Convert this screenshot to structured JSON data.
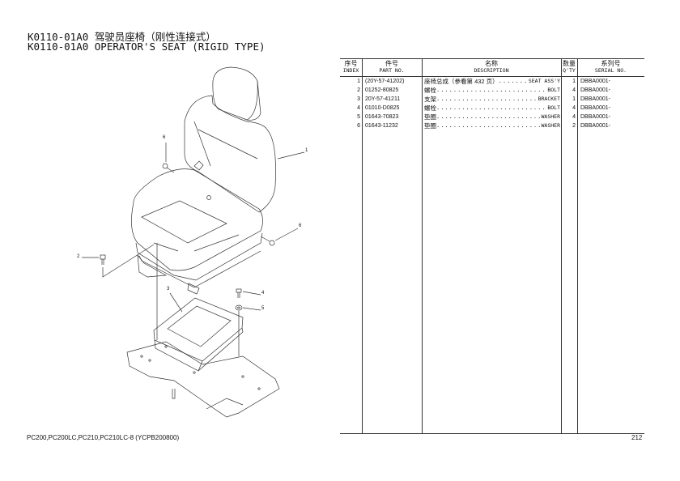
{
  "title": {
    "line1": "K0110-01A0 驾驶员座椅（刚性连接式）",
    "line2": "K0110-01A0 OPERATOR'S SEAT (RIGID TYPE)"
  },
  "callouts": [
    "6",
    "1",
    "6",
    "2",
    "3",
    "4",
    "5"
  ],
  "table": {
    "headers": [
      {
        "cn": "序号",
        "en": "INDEX"
      },
      {
        "cn": "件号",
        "en": "PART NO."
      },
      {
        "cn": "名称",
        "en": "DESCRIPTION"
      },
      {
        "cn": "数量",
        "en": "Q'TY"
      },
      {
        "cn": "系列号",
        "en": "SERIAL NO."
      }
    ],
    "rows": [
      {
        "index": "1",
        "part": "(20Y-57-41202)",
        "desc_cn": "座椅总成（参看第 432 页）",
        "desc_en": "SEAT ASS'Y",
        "qty": "1",
        "serial": "DBBA0001-"
      },
      {
        "index": "2",
        "part": "01252-80825",
        "desc_cn": "螺栓",
        "desc_en": "BOLT",
        "qty": "4",
        "serial": "DBBA0001-"
      },
      {
        "index": "3",
        "part": "20Y-57-41211",
        "desc_cn": "支架",
        "desc_en": "BRACKET",
        "qty": "1",
        "serial": "DBBA0001-"
      },
      {
        "index": "4",
        "part": "01010-D0825",
        "desc_cn": "螺栓",
        "desc_en": "BOLT",
        "qty": "4",
        "serial": "DBBA0001-"
      },
      {
        "index": "5",
        "part": "01643-70823",
        "desc_cn": "垫圈",
        "desc_en": "WASHER",
        "qty": "4",
        "serial": "DBBA0001-"
      },
      {
        "index": "6",
        "part": "01643-11232",
        "desc_cn": "垫圈",
        "desc_en": "WASHER",
        "qty": "2",
        "serial": "DBBA0001-"
      }
    ]
  },
  "footer": {
    "models": "PC200,PC200LC,PC210,PC210LC-8 (YCPB200800)",
    "page": "212"
  }
}
